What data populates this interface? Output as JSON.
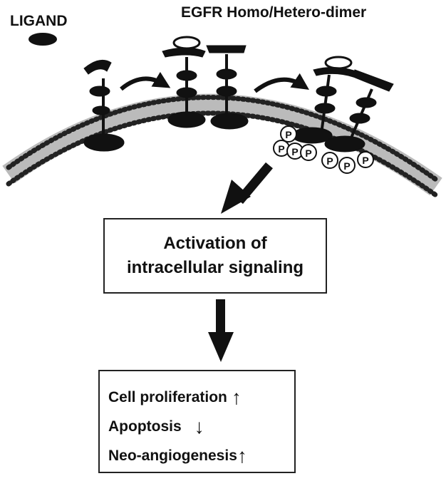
{
  "labels": {
    "ligand": "LIGAND",
    "dimer": "EGFR Homo/Hetero-dimer",
    "phospho": "P"
  },
  "signaling": {
    "line1": "Activation of",
    "line2": "intracellular signaling"
  },
  "outcomes": [
    {
      "label": "Cell proliferation",
      "arrow": "↑"
    },
    {
      "label": "Apoptosis",
      "arrow": "↓"
    },
    {
      "label": "Neo-angiogenesis",
      "arrow": "↑"
    }
  ],
  "colors": {
    "ink": "#111111",
    "membrane": "#222222"
  },
  "icons": {
    "ligand": "ligand-ellipse-icon",
    "receptor": "egfr-receptor-icon",
    "phosphate": "phosphate-circle-icon",
    "arrow": "arrow-icon"
  }
}
